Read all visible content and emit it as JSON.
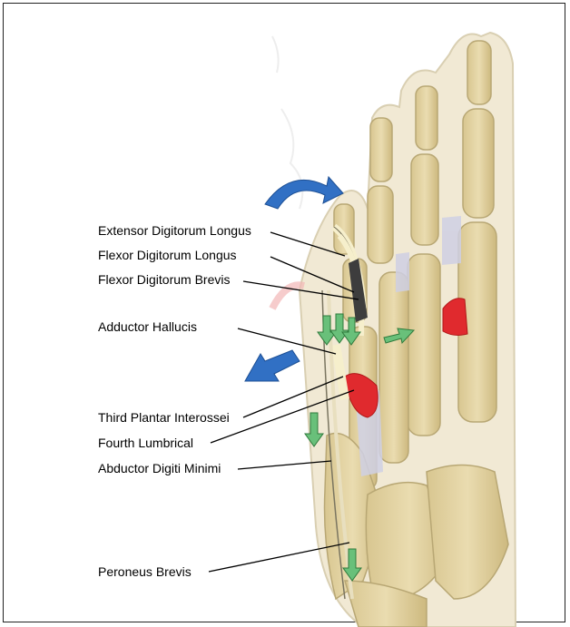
{
  "labels": {
    "extensor_digitorum_longus": "Extensor Digitorum Longus",
    "flexor_digitorum_longus": "Flexor Digitorum Longus",
    "flexor_digitorum_brevis": "Flexor Digitorum Brevis",
    "adductor_hallucis": "Adductor Hallucis",
    "third_plantar_interossei": "Third Plantar Interossei",
    "fourth_lumbrical": "Fourth Lumbrical",
    "abductor_digiti_minimi": "Abductor Digiti Minimi",
    "peroneus_brevis": "Peroneus Brevis"
  },
  "colors": {
    "bone": "#e6d7a8",
    "bone_outline": "#b8a774",
    "skin": "#efe6cf",
    "muscle_red": "#e0242a",
    "ligament": "#c9cbe0",
    "tendon": "#f4edc8",
    "green_arrow": "#6bc07a",
    "blue_arrow": "#2f6fc4"
  }
}
